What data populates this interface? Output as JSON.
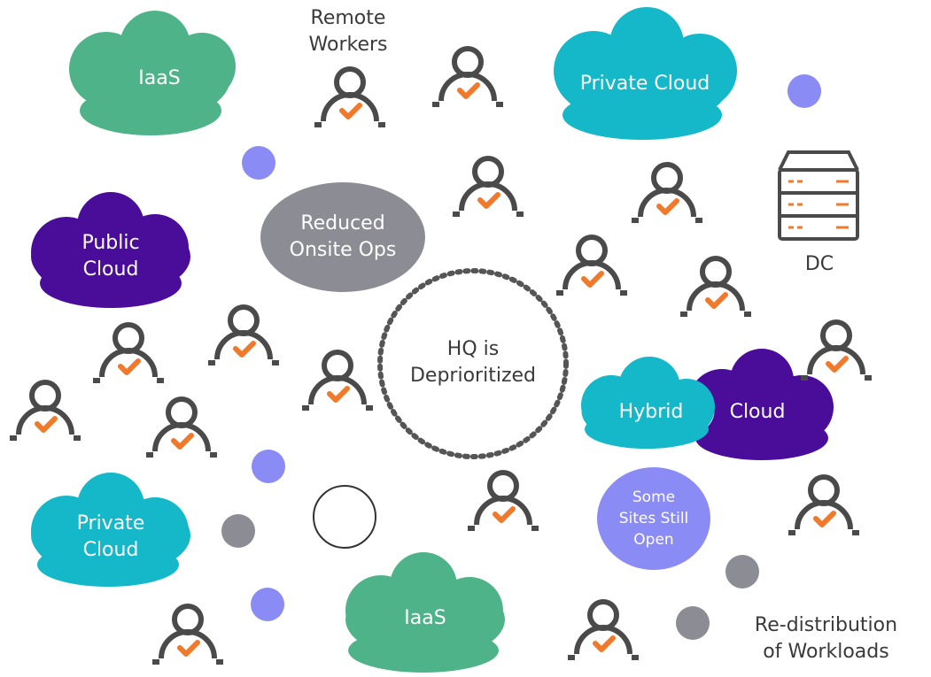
{
  "labels": {
    "remote_workers": "Remote\nWorkers",
    "iaas_top": "IaaS",
    "private_cloud_top": "Private Cloud",
    "public_cloud": "Public\nCloud",
    "reduced_onsite_ops": "Reduced\nOnsite Ops",
    "hq": "HQ is\nDeprioritized",
    "dc": "DC",
    "hybrid": "Hybrid",
    "cloud": "Cloud",
    "some_sites": "Some\nSites Still\nOpen",
    "private_cloud_bottom": "Private\nCloud",
    "iaas_bottom": "IaaS",
    "redistribution": "Re-distribution\nof Workloads"
  },
  "colors": {
    "iaas": "#4fb38a",
    "private_cloud": "#14b8c8",
    "public_cloud": "#4a0d9a",
    "ops_ellipse": "#8c8c94",
    "site_circle": "#8b8bf5",
    "accent_orange": "#f07a2c",
    "person_stroke": "#4a4a4a",
    "gray_dot": "#8c8c94"
  },
  "icons": [
    "person-check-icon",
    "server-rack-icon"
  ]
}
